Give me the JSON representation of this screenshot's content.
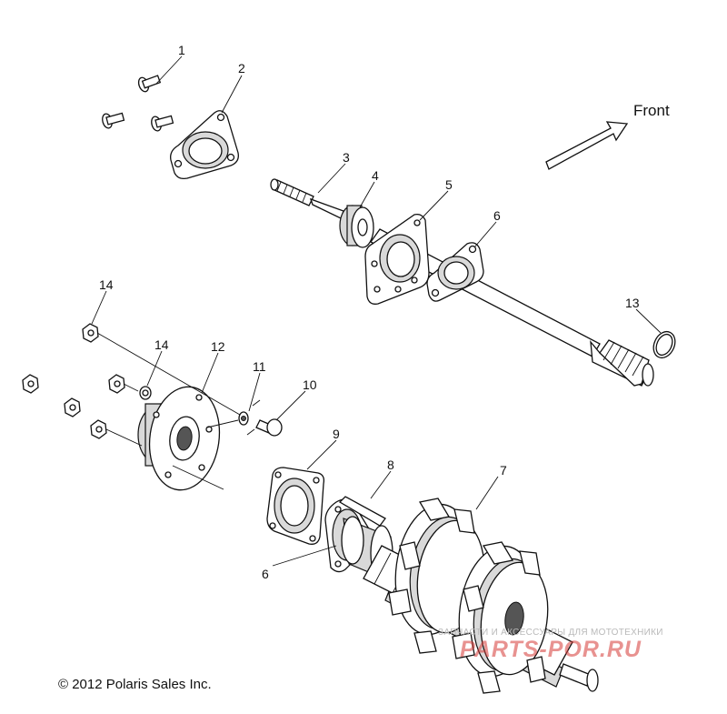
{
  "diagram": {
    "front_label": "Front",
    "copyright": "© 2012 Polaris Sales Inc.",
    "callouts": [
      "1",
      "2",
      "3",
      "4",
      "5",
      "6",
      "6",
      "7",
      "8",
      "9",
      "10",
      "11",
      "12",
      "13",
      "14",
      "14"
    ]
  },
  "watermark": {
    "tagline": "ЗАПЧАСТИ И АКСЕССУАРЫ ДЛЯ МОТОТЕХНИКИ",
    "logo": "PARTS-POR.RU"
  }
}
